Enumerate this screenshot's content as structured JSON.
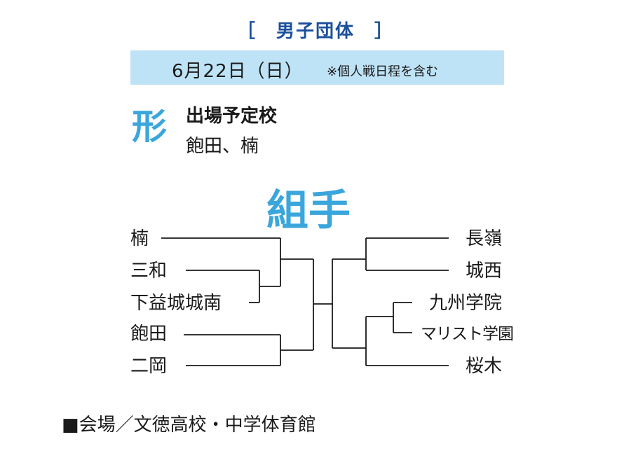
{
  "colors": {
    "accent": "#3aa6dc",
    "heading": "#1b4f9c",
    "band": "#bfe3f6",
    "text": "#1a1a1a"
  },
  "heading": "［　男子団体　］",
  "date": {
    "main": "6月22日（日）",
    "note": "※個人戦日程を含む"
  },
  "kata": {
    "label": "形",
    "title": "出場予定校",
    "schools": "飽田、楠"
  },
  "kumite": {
    "label": "組手",
    "left_teams": [
      "楠",
      "三和",
      "下益城城南",
      "飽田",
      "二岡"
    ],
    "right_teams": [
      "長嶺",
      "城西",
      "九州学院",
      "マリスト学園",
      "桜木"
    ]
  },
  "venue": "■会場／文徳高校・中学体育館"
}
